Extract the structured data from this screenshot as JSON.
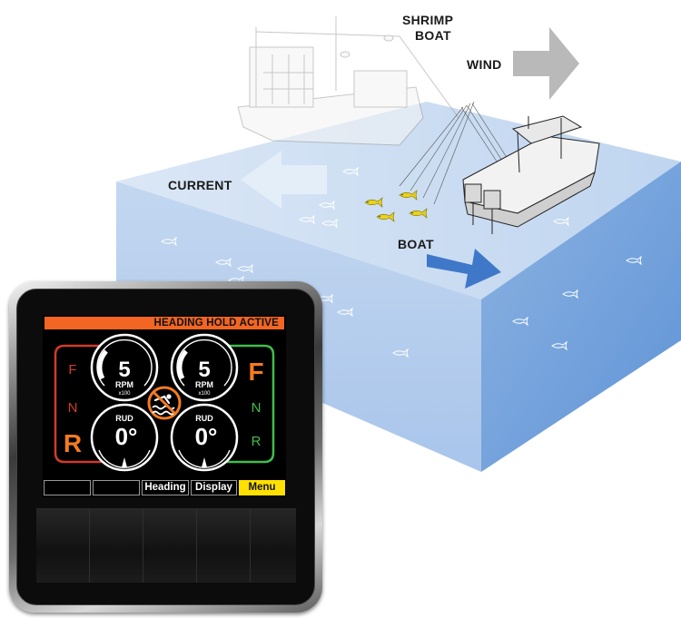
{
  "scene": {
    "labels": {
      "shrimp_boat_line1": "SHRIMP",
      "shrimp_boat_line2": "BOAT",
      "wind": "WIND",
      "current": "CURRENT",
      "boat": "BOAT"
    },
    "colors": {
      "water_top": "#c9dcf2",
      "water_front": "#b7d0ee",
      "water_side": "#7aa6dc",
      "arrow_wind": "#b9b9b9",
      "arrow_current": "#dce8f6",
      "arrow_boat": "#3f78c8",
      "fish_yellow": "#e8d21e"
    }
  },
  "display": {
    "status": "HEADING HOLD ACTIVE",
    "status_color": "#f26522",
    "left_gear": {
      "f": "F",
      "n": "N",
      "r": "R",
      "selected": "R"
    },
    "right_gear": {
      "f": "F",
      "n": "N",
      "r": "R",
      "selected": "F"
    },
    "rpm_left": {
      "value": "5",
      "label": "RPM",
      "multiplier": "x100"
    },
    "rpm_right": {
      "value": "5",
      "label": "RPM",
      "multiplier": "x100"
    },
    "rud_left": {
      "label": "RUD",
      "value": "0°"
    },
    "rud_right": {
      "label": "RUD",
      "value": "0°"
    },
    "softkeys": [
      "",
      "",
      "Heading",
      "Display",
      "Menu"
    ],
    "active_softkey": "Menu",
    "warning_icon": "no-swimming-icon",
    "colors": {
      "port": "#d23b2a",
      "starboard": "#3fbf4a",
      "selected_gear": "#f47b20",
      "accent": "#ffe000"
    }
  }
}
